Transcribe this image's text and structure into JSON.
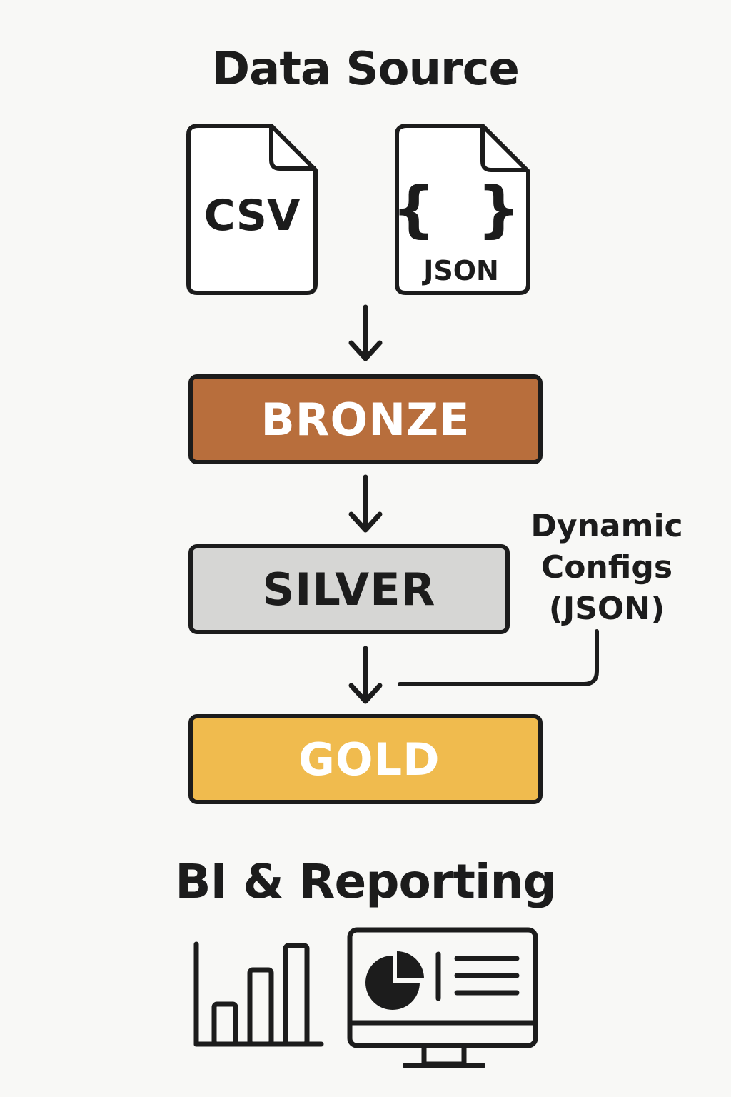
{
  "title": "Data Source",
  "sources": {
    "csv_label": "CSV",
    "json_braces": "{ }",
    "json_label": "JSON"
  },
  "layers": [
    {
      "label": "BRONZE",
      "color": "#b86e3c",
      "text_color": "#ffffff"
    },
    {
      "label": "SILVER",
      "color": "#d6d6d4",
      "text_color": "#1c1c1c"
    },
    {
      "label": "GOLD",
      "color": "#f0bb4e",
      "text_color": "#ffffff"
    }
  ],
  "side_note": {
    "line1": "Dynamic",
    "line2": "Configs",
    "line3": "(JSON)"
  },
  "gold_icon": "orange-x-logo-icon",
  "gold_icon_color": "#f05a28",
  "footer_title": "BI & Reporting",
  "footer_icons": [
    "bar-chart-icon",
    "dashboard-monitor-icon"
  ]
}
